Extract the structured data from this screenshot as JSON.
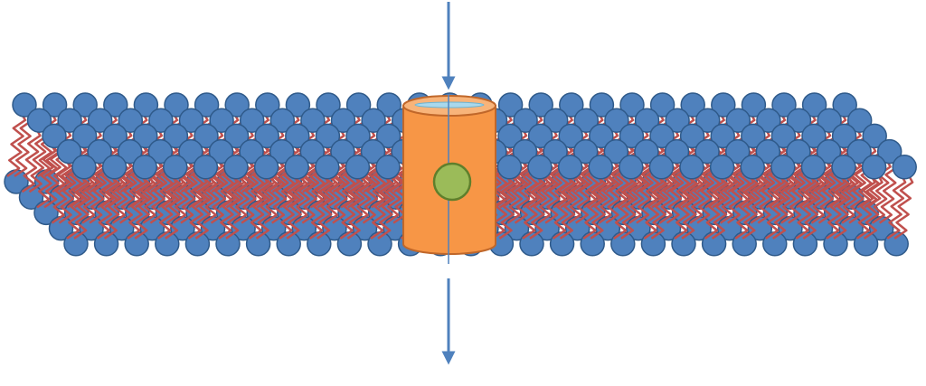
{
  "diagram": {
    "subject": "lipid-bilayer-with-channel-protein",
    "lipids_per_row": 28,
    "rows_per_leaflet": 5,
    "colors": {
      "lipid_head": "#4f81bd",
      "lipid_head_stroke": "#2f5a8a",
      "lipid_tail": "#c0504d",
      "channel_body": "#f79646",
      "channel_stroke": "#c0672a",
      "channel_pore": "#a9d8ec",
      "solute": "#9bbb59",
      "solute_stroke": "#5f7f2c",
      "arrow": "#4f81bd"
    }
  }
}
